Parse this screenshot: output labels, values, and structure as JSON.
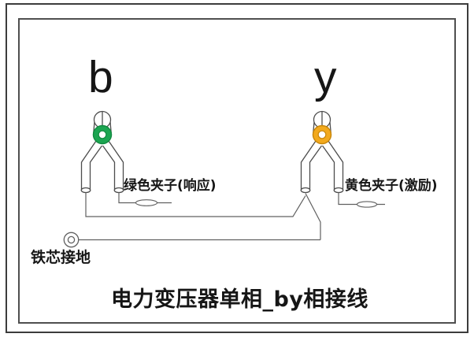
{
  "colors": {
    "background": "#ffffff",
    "outer_border": "#3c3c3c",
    "inner_border": "#4f4f4f",
    "wire": "#606060",
    "clamp_outline": "#4d4d4d",
    "green_clamp_fill": "#1ca551",
    "green_clamp_edge": "#118a40",
    "yellow_clamp_fill": "#f2a91d",
    "yellow_clamp_edge": "#c8860a",
    "text": "#161616"
  },
  "diagram": {
    "title": "电力变压器单相_by相接线",
    "terminal_b": {
      "label": "b",
      "clamp_label": "绿色夹子(响应)"
    },
    "terminal_y": {
      "label": "y",
      "clamp_label": "黄色夹子(激励)"
    },
    "ground": {
      "label": "铁芯接地"
    }
  }
}
